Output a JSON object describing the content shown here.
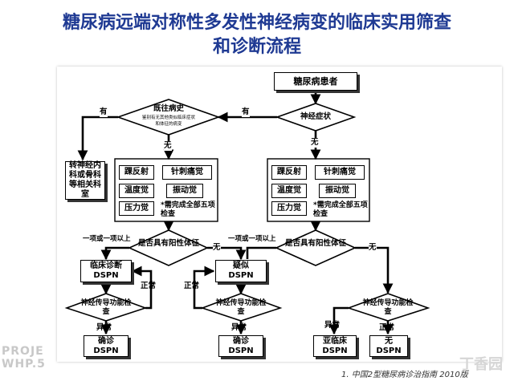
{
  "title": {
    "line1": "糖尿病远端对称性多发性神经病变的临床实用筛查",
    "line2": "和诊断流程"
  },
  "nodes": {
    "start": "糖尿病患者",
    "symptom": "神经症状",
    "history": "既往病史",
    "history_sub1": "鉴别有无其他类似临床症状",
    "history_sub2": "和体征的病变",
    "referral": "转神经内科或骨科等相关科室",
    "left_tests": [
      "踝反射",
      "针刺痛觉",
      "温度觉",
      "振动觉",
      "压力觉"
    ],
    "left_note": "*需完成全部五项检查",
    "right_tests": [
      "踝反射",
      "针刺痛觉",
      "温度觉",
      "振动觉",
      "压力觉"
    ],
    "right_note": "*需完成全部五项检查",
    "positive_left": "是否具有阳性体征",
    "positive_right": "是否具有阳性体征",
    "clinical_dspn": "临床诊断\nDSPN",
    "suspect_dspn": "疑似\nDSPN",
    "ncs_a": "神经传导功能检查",
    "ncs_b": "神经传导功能检查",
    "ncs_c": "神经传导功能检查",
    "confirm_a": "确诊\nDSPN",
    "confirm_b": "确诊\nDSPN",
    "subclinical": "亚临床\nDSPN",
    "no_dspn": "无\nDSPN"
  },
  "edges": {
    "yes": "有",
    "no": "无",
    "one_or_more": "一项或一项以上",
    "normal": "正常",
    "abnormal": "异常"
  },
  "footnote": "1.    中国2型糖尿病诊治指南 2010版",
  "watermark_left": "PROJE\nWHP.5",
  "watermark_right": "丁香园"
}
